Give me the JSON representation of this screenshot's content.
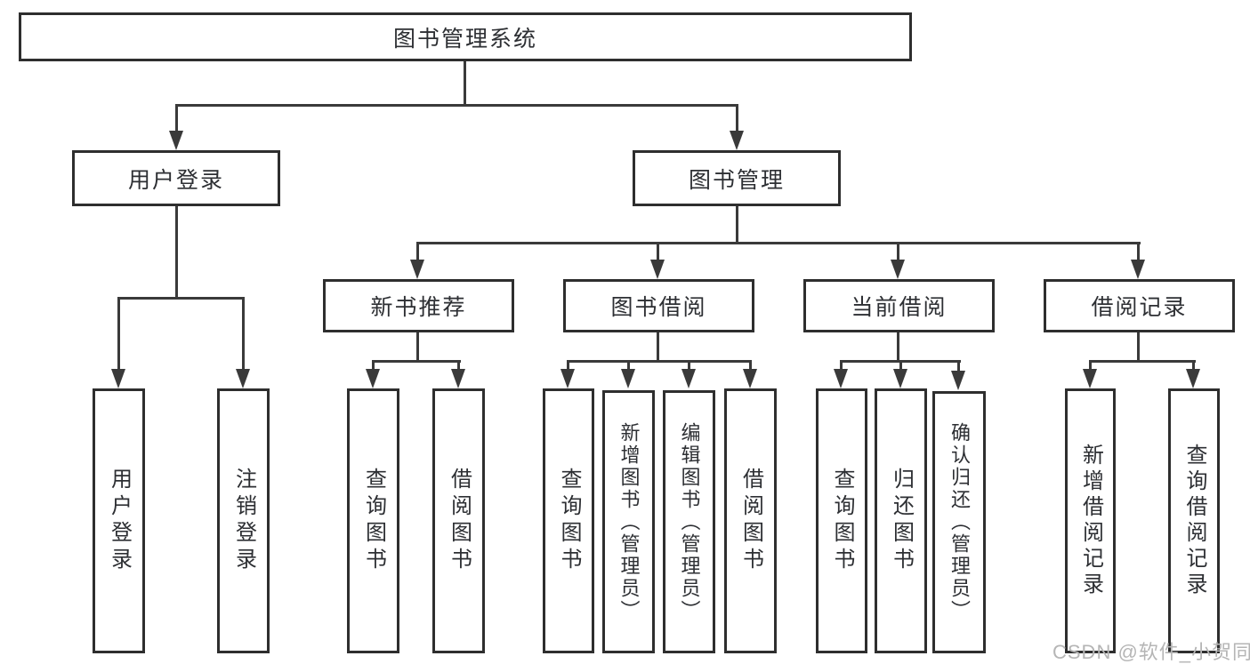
{
  "tree": {
    "root": {
      "label": "图书管理系统"
    },
    "level2": [
      {
        "label": "用户登录"
      },
      {
        "label": "图书管理"
      }
    ],
    "level3": [
      {
        "label": "新书推荐"
      },
      {
        "label": "图书借阅"
      },
      {
        "label": "当前借阅"
      },
      {
        "label": "借阅记录"
      }
    ],
    "leaves": [
      {
        "group": "用户登录",
        "label": "用户登录"
      },
      {
        "group": "用户登录",
        "label": "注销登录"
      },
      {
        "group": "新书推荐",
        "label": "查询图书"
      },
      {
        "group": "新书推荐",
        "label": "借阅图书"
      },
      {
        "group": "图书借阅",
        "label": "查询图书"
      },
      {
        "group": "图书借阅",
        "label": "新增图书（管理员）"
      },
      {
        "group": "图书借阅",
        "label": "编辑图书（管理员）"
      },
      {
        "group": "图书借阅",
        "label": "借阅图书"
      },
      {
        "group": "当前借阅",
        "label": "查询图书"
      },
      {
        "group": "当前借阅",
        "label": "归还图书"
      },
      {
        "group": "当前借阅",
        "label": "确认归还（管理员）"
      },
      {
        "group": "借阅记录",
        "label": "新增借阅记录"
      },
      {
        "group": "借阅记录",
        "label": "查询借阅记录"
      }
    ]
  },
  "colors": {
    "line": "#3a3a3a",
    "text": "#2d2f33",
    "watermark": "#b5b5b5"
  },
  "watermark": {
    "text": "CSDN @软件_小贺同学"
  }
}
